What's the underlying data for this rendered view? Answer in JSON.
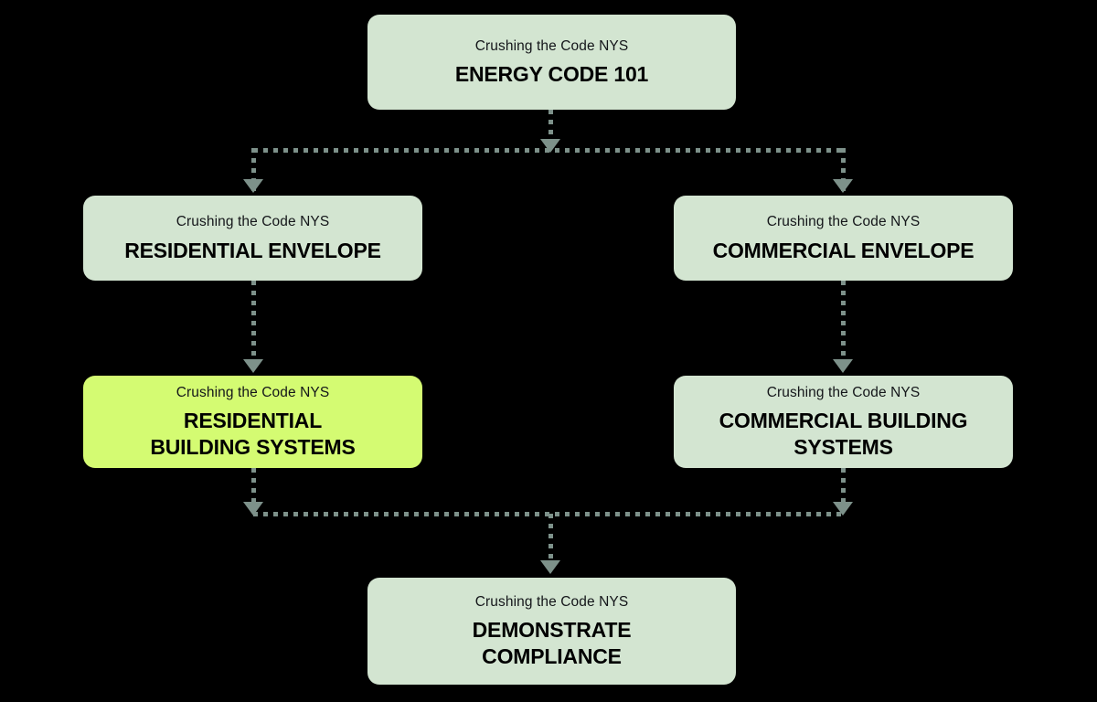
{
  "diagram": {
    "type": "flowchart",
    "background_color": "#000000",
    "node_color": "#d3e5d1",
    "accent_node_color": "#d4fb72",
    "connector_color": "#7d918a",
    "nodes": [
      {
        "id": "energy-code",
        "eyebrow": "Crushing the Code NYS",
        "title": "ENERGY CODE 101",
        "highlighted": false
      },
      {
        "id": "residential-envelope",
        "eyebrow": "Crushing the Code NYS",
        "title": "RESIDENTIAL ENVELOPE",
        "highlighted": false
      },
      {
        "id": "commercial-envelope",
        "eyebrow": "Crushing the Code NYS",
        "title": "COMMERCIAL ENVELOPE",
        "highlighted": false
      },
      {
        "id": "residential-building-systems",
        "eyebrow": "Crushing the Code NYS",
        "title_line1": "RESIDENTIAL",
        "title_line2": "BUILDING SYSTEMS",
        "highlighted": true
      },
      {
        "id": "commercial-building-systems",
        "eyebrow": "Crushing the Code NYS",
        "title_line1": "COMMERCIAL BUILDING",
        "title_line2": "SYSTEMS",
        "highlighted": false
      },
      {
        "id": "demonstrate-compliance",
        "eyebrow": "Crushing the Code NYS",
        "title_line1": "DEMONSTRATE",
        "title_line2": "COMPLIANCE",
        "highlighted": false
      }
    ],
    "edges": [
      {
        "from": "energy-code",
        "to": "residential-envelope",
        "style": "dotted"
      },
      {
        "from": "energy-code",
        "to": "commercial-envelope",
        "style": "dotted"
      },
      {
        "from": "residential-envelope",
        "to": "residential-building-systems",
        "style": "dotted"
      },
      {
        "from": "commercial-envelope",
        "to": "commercial-building-systems",
        "style": "dotted"
      },
      {
        "from": "residential-building-systems",
        "to": "demonstrate-compliance",
        "style": "dotted"
      },
      {
        "from": "commercial-building-systems",
        "to": "demonstrate-compliance",
        "style": "dotted"
      }
    ]
  }
}
